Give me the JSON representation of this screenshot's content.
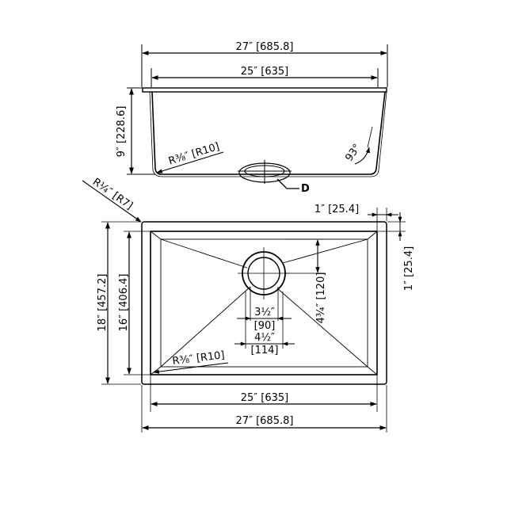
{
  "elevation": {
    "overall_width": "27″ [685.8]",
    "inner_width": "25″ [635]",
    "depth": "9″ [228.6]",
    "corner_radius": "R⅜″ [R10]",
    "wall_angle": "93°",
    "drain_callout": "D"
  },
  "plan": {
    "flange_radius": "R¼″ [R7]",
    "flange_margin_horizontal": "1″ [25.4]",
    "flange_margin_vertical": "1″ [25.4]",
    "overall_depth": "18″ [457.2]",
    "inner_depth": "16″ [406.4]",
    "drain_offset": "4¾″ [120]",
    "drain_inner_diameter_in": "3½″",
    "drain_inner_diameter_mm": "[90]",
    "drain_outer_diameter_in": "4½″",
    "drain_outer_diameter_mm": "[114]",
    "corner_radius": "R⅜″ [R10]",
    "inner_width": "25″ [635]",
    "overall_width": "27″ [685.8]"
  }
}
